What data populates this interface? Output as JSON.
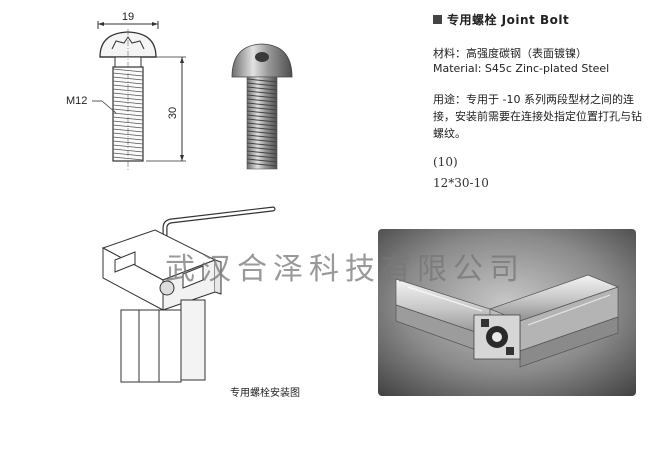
{
  "header": {
    "title": "专用螺栓 Joint Bolt"
  },
  "material": {
    "cn": "材料：高强度碳钢（表面镀镍）",
    "en": "Material: S45c Zinc-plated Steel"
  },
  "usage": {
    "text": "用途：专用于 -10 系列两段型材之间的连接，安装前需要在连接处指定位置打孔与钻螺纹。"
  },
  "codes": {
    "series": "(10)",
    "spec": "12*30-10"
  },
  "drawing": {
    "width_dim": "19",
    "length_dim": "30",
    "thread_label": "M12"
  },
  "caption": {
    "install": "专用螺栓安装图"
  },
  "watermark": {
    "text": "武汉合泽科技有限公司"
  },
  "colors": {
    "accent": "#444444",
    "line": "#333333",
    "metal": "#b5b5b5",
    "photo_bg": "#6f6f6f"
  }
}
